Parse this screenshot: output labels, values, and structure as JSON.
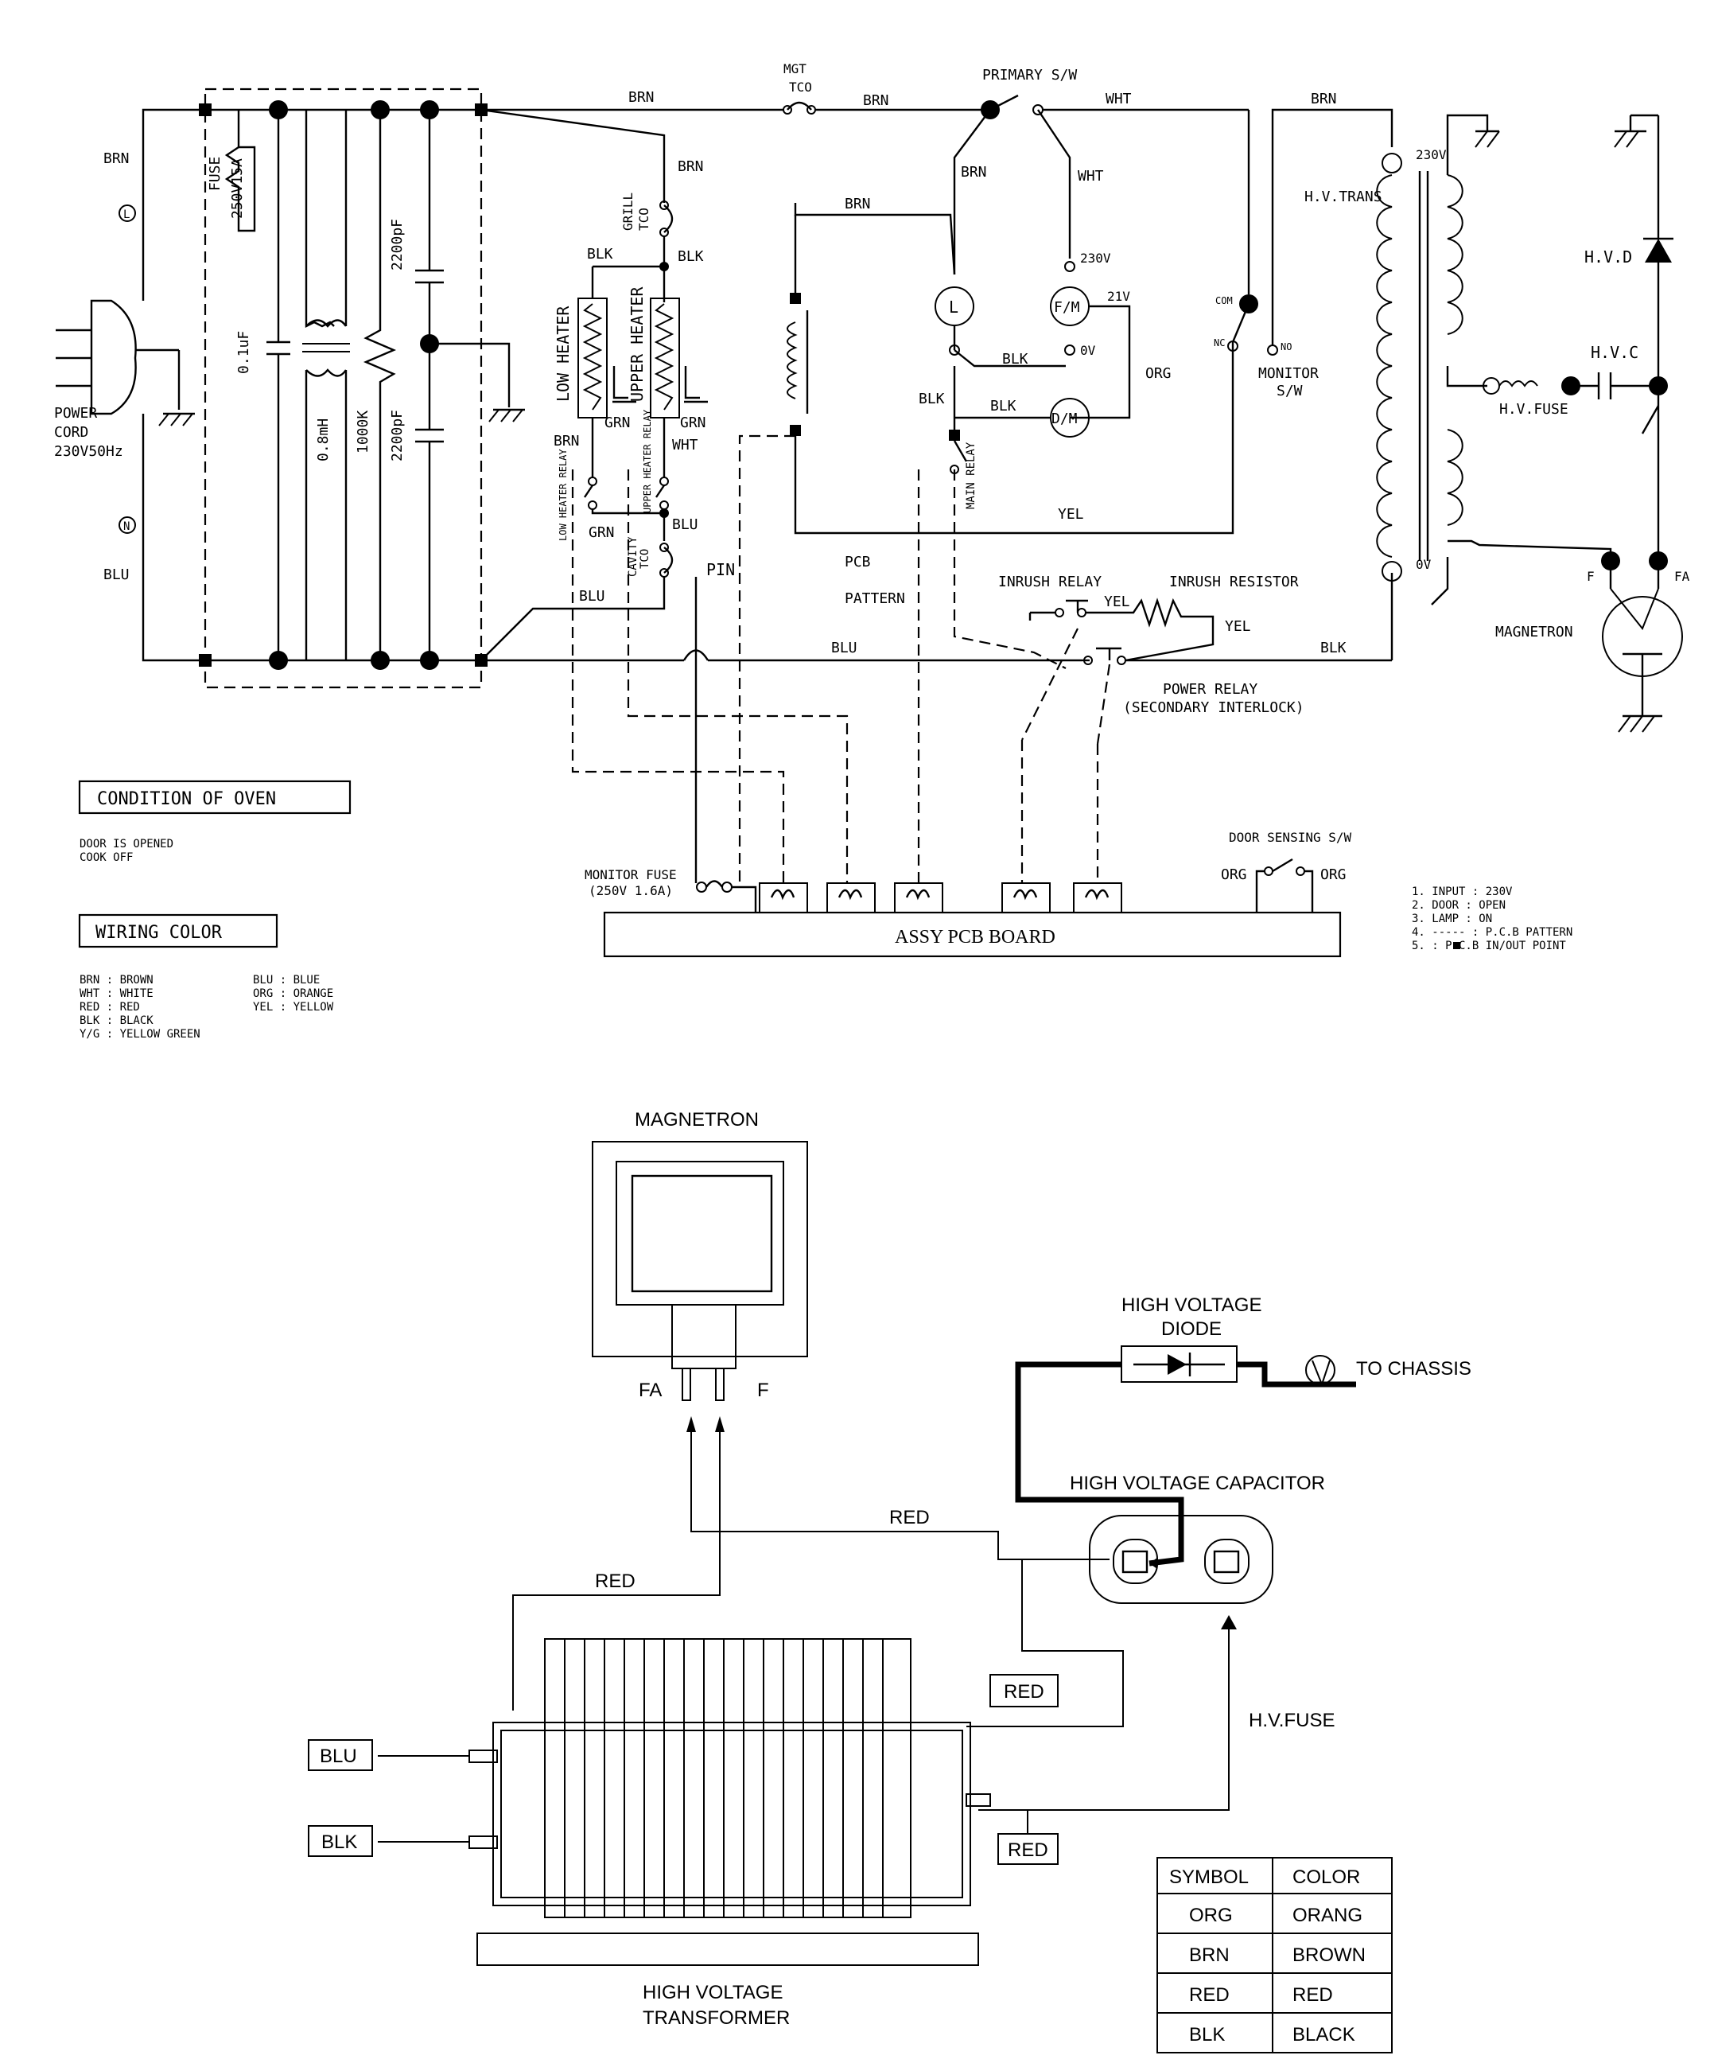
{
  "schematic": {
    "power_cord": {
      "label_1": "POWER",
      "label_2": "CORD",
      "label_3": "230V50Hz",
      "line_mark": "L",
      "neutral_mark": "N"
    },
    "wires": {
      "brn": "BRN",
      "blu": "BLU",
      "wht": "WHT",
      "blk": "BLK",
      "grn": "GRN",
      "yel": "YEL",
      "org": "ORG",
      "pin": "PIN"
    },
    "filter": {
      "fuse_label": "FUSE",
      "fuse_rating": "250V15A",
      "cap_1": "0.1uF",
      "inductor": "0.8mH",
      "resistor": "1000K",
      "cap_2": "2200pF",
      "cap_3": "2200pF"
    },
    "mgt_tco": {
      "line1": "MGT",
      "line2": "TCO"
    },
    "grill_tco": {
      "line1": "GRILL",
      "line2": "TCO"
    },
    "cavity_tco": {
      "line1": "CAVITY",
      "line2": "TCO"
    },
    "primary_sw": "PRIMARY S/W",
    "low_heater": "LOW HEATER",
    "upper_heater": "UPPER HEATER",
    "low_heater_relay": "LOW HEATER RELAY",
    "upper_heater_relay": "UPPER HEATER RELAY",
    "lamp": "L",
    "fan_motor": "F/M",
    "fan_voltage": "230V",
    "fm_21v": "21V",
    "fm_0v": "0V",
    "damper_motor": "D/M",
    "main_relay": "MAIN RELAY",
    "monitor_sw": {
      "line1": "MONITOR",
      "line2": "S/W",
      "com": "COM",
      "nc": "NC",
      "no": "NO"
    },
    "hv_trans": "H.V.TRANS",
    "trans_230v": "230V",
    "trans_0v": "0V",
    "hvd": "H.V.D",
    "hvc": "H.V.C",
    "hv_fuse": "H.V.FUSE",
    "magnetron": "MAGNETRON",
    "f_label": "F",
    "fa_label": "FA",
    "pcb_pattern": {
      "line1": "PCB",
      "line2": "PATTERN"
    },
    "inrush_relay": "INRUSH RELAY",
    "inrush_resistor": "INRUSH RESISTOR",
    "power_relay": {
      "line1": "POWER RELAY",
      "line2": "(SECONDARY INTERLOCK)"
    },
    "monitor_fuse": {
      "line1": "MONITOR FUSE",
      "line2": "(250V 1.6A)"
    },
    "door_sensing": "DOOR SENSING S/W",
    "pcb_board": "ASSY PCB BOARD"
  },
  "condition": {
    "title": "CONDITION OF OVEN",
    "line1": "DOOR IS OPENED",
    "line2": "COOK OFF"
  },
  "wiring_color": {
    "title": "WIRING COLOR",
    "left": [
      "BRN : BROWN",
      "WHT : WHITE",
      "RED : RED",
      "BLK : BLACK",
      "Y/G : YELLOW GREEN"
    ],
    "right": [
      "BLU : BLUE",
      "ORG : ORANGE",
      "YEL : YELLOW"
    ]
  },
  "notes": [
    "1.  INPUT  :  230V",
    "2.  DOOR   :  OPEN",
    "3.  LAMP   :  ON",
    "4.  -----  :  P.C.B PATTERN",
    "5.         :  P.C.B IN/OUT POINT"
  ],
  "layout_diagram": {
    "magnetron": "MAGNETRON",
    "fa": "FA",
    "f": "F",
    "hv_diode_1": "HIGH VOLTAGE",
    "hv_diode_2": "DIODE",
    "to_chassis": "TO CHASSIS",
    "hv_capacitor": "HIGH VOLTAGE CAPACITOR",
    "red": "RED",
    "hv_fuse": "H.V.FUSE",
    "blu": "BLU",
    "blk": "BLK",
    "transformer_1": "HIGH VOLTAGE",
    "transformer_2": "TRANSFORMER"
  },
  "symbol_table": {
    "headers": [
      "SYMBOL",
      "COLOR"
    ],
    "rows": [
      [
        "ORG",
        "ORANG"
      ],
      [
        "BRN",
        "BROWN"
      ],
      [
        "RED",
        "RED"
      ],
      [
        "BLK",
        "BLACK"
      ]
    ]
  }
}
